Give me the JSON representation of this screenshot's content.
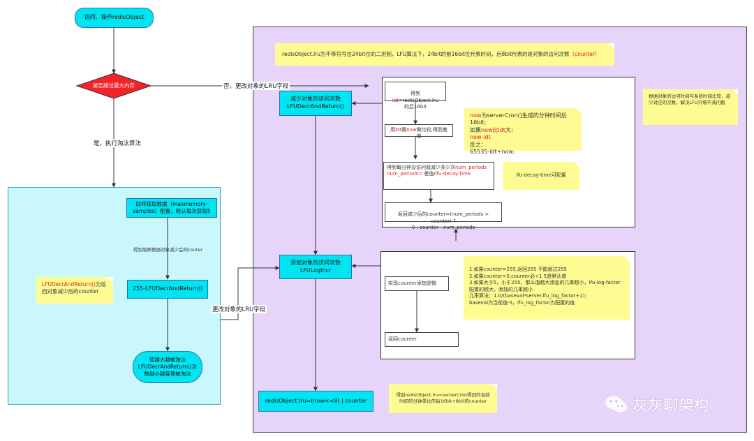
{
  "start": "访问、操作redisObject",
  "decision": "是否超过最大内存",
  "edge_no": "否，更改对象的LRU字段",
  "edge_yes": "是，执行淘汰算法",
  "evict": {
    "sample": "取样获取数据（maxmemory-samples）配置，默认每次获取5",
    "get_counter": "得到取样数据对象减少后的couter",
    "decr_node": "255-LFUDecrAndReturn()",
    "end_node": "值越大越被淘汰\nLFUDecrAndReturn()次数越小越容易被淘汰",
    "note_red": "LFUDecrAndReturn()",
    "note_rest": "为返回对象减少后的counter"
  },
  "edge_update_lru": "更改对象的LRU字段",
  "purple": {
    "header_note_main": "redisObject.lru为不带符号位24bit位的二进制，LFU算法下，24bit的前16bit位代表时间，后8bit代表的是对象的访问次数",
    "header_note_red": "（counter）",
    "decr_node": "减少对象的访问次数\nLFUDecrAndReturn()",
    "incr_node": "添加对象的访问次数\nLFULogIncr",
    "lru_node": "redisObject.lru=(now<<8) | counter",
    "side_note": "根据对象的访问时间与系统时间比较，减少对应的次数，解决LFU只增不减问题",
    "lru_note": "得到redisObject.lru=serverCron得到的当前时间的分钟单位的后16bit+8bit的counter"
  },
  "decr_detail": {
    "step1_pre": "得到",
    "step1_red": "ldt",
    "step1_post": "=redisObject.lru\n的后16bit",
    "step2_pre": "用",
    "step2_red1": "ldt",
    "step2_mid": "跟",
    "step2_red2": "now",
    "step2_post": "做比较,得到差值",
    "step3_main": "得到每分钟没访问就减少多少次",
    "step3_red1": "num_periods",
    "step3_red2": "num_periods=",
    "step3_mid": " 差值/",
    "step3_red3": "lfu-decay-time",
    "step4": "返回减少后的counter=(num_periods > counter) ?\n0 : counter - num_periods",
    "note_now_red": "now",
    "note_now_rest": "为serverCron()生成的分钟时间后16bit;",
    "note_l2_pre": "如果",
    "note_l2_red": "now比ldt",
    "note_l2_post": "大:",
    "note_l3": "now-ldt",
    "note_l4": "反之：",
    "note_l5": "65535-ldt+now;",
    "decay_note": "lfu-decay-time可配置"
  },
  "incr_detail": {
    "step1": "实现counter添加逻辑",
    "step2": "返回counter",
    "note": "1.如果counter=255,返回255  不能超过255\n2.如果counter<5,counter必+1  5是默认值\n3.如果大于5，小于255，那么值越大添加的几率越小，lfu-log-factor配置的越大，添加的几率越小\n几率算法：1.0/(baseval*server.lfu_log_factor+1);\n            baseval为当前值-5，lfu_log_factor为配置的值"
  },
  "watermark": "灰灰聊架构",
  "colors": {
    "cyan_node": "#00e5f2",
    "cyan_region": "#c9f7fb",
    "purple_region": "#e6d4fa",
    "note": "#fdfb91",
    "decision": "#f0242a",
    "red_text": "#e02020"
  }
}
